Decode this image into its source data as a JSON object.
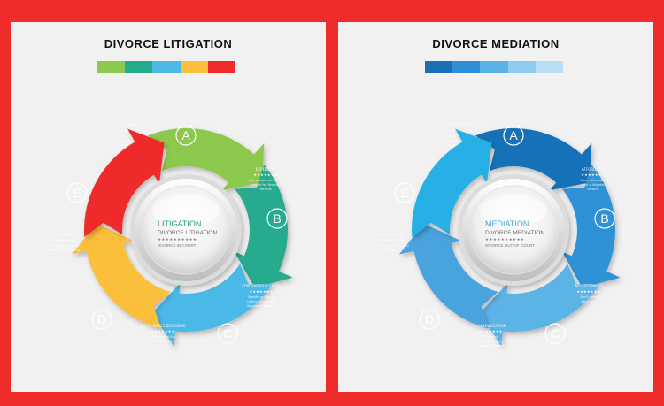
{
  "left": {
    "title": "DIVORCE LITIGATION",
    "colors": [
      "#8cc84b",
      "#25ab8e",
      "#4cb9e8",
      "#fbbf3b",
      "#ee2c2c"
    ],
    "center": {
      "title": "LITIGATION",
      "subtitle": "DIVORCE LITIGATION",
      "stars": "★★★★★★★★★★",
      "footer": "DIVORCE IN COURT",
      "title_color": "#1aa08a"
    },
    "segments": [
      {
        "letter": "A",
        "title": "SLOWER",
        "stars": "★★★★★★★",
        "lines": [
          "Results whether",
          "your spouse",
          "participates or not"
        ],
        "color": "#8cc84b"
      },
      {
        "letter": "B",
        "title": "EXPENSIVE",
        "stars": "★★★★★★★",
        "lines": [
          "Can adapt extra time",
          "Spouse for financial",
          "records"
        ],
        "color": "#25ab8e"
      },
      {
        "letter": "C",
        "title": "CONTENTIOUS CASES",
        "stars": "★★★★★★★",
        "lines": [
          "Wealth or assets",
          "hiding things and",
          "domestic violence"
        ],
        "color": "#4cb9e8"
      },
      {
        "letter": "D",
        "title": "JUDGE MAKES DECISIONS",
        "stars": "★★★★★★★",
        "lines": [
          "Judge limits the",
          "final decision"
        ],
        "color": "#fbbf3b"
      },
      {
        "letter": "E",
        "title": "COST MORE",
        "stars": "★★★★★★★",
        "lines": [
          "Cost more than any",
          "other kind of divorce"
        ],
        "color": "#ee2c2c"
      }
    ]
  },
  "right": {
    "title": "DIVORCE MEDIATION",
    "colors": [
      "#1b6fb5",
      "#2e8fd4",
      "#5ab3e8",
      "#8fcaf0",
      "#b9def6"
    ],
    "center": {
      "title": "MEDIATION",
      "subtitle": "DIVORCE MEDIATION",
      "stars": "★★★★★★★★★★",
      "footer": "DIVORCE OUT OF COURT",
      "title_color": "#3ca8e0"
    },
    "segments": [
      {
        "letter": "A",
        "title": "MORE CONTROL",
        "stars": "★★★★★★★",
        "lines": [
          "You have more",
          "control over the",
          "divorce timeline"
        ],
        "color": "#1872b8"
      },
      {
        "letter": "B",
        "title": "AFFORDABLE",
        "stars": "★★★★★★★",
        "lines": [
          "More affordable",
          "than a litigated",
          "divorce"
        ],
        "color": "#2e92d6"
      },
      {
        "letter": "C",
        "title": "NO ATTORNEYS",
        "stars": "★★★★★★★",
        "lines": [
          "Don't need",
          "attorneys"
        ],
        "color": "#5cb3e6"
      },
      {
        "letter": "D",
        "title": "COMMUNICATION",
        "stars": "★★★★★★★",
        "lines": [
          "Promotes",
          "communication",
          "between spouses"
        ],
        "color": "#4aa3de"
      },
      {
        "letter": "E",
        "title": "OUT OF COURT",
        "stars": "★★★★★★★",
        "lines": [
          "No fighting in court to",
          "settle"
        ],
        "color": "#27b0e6"
      }
    ]
  }
}
